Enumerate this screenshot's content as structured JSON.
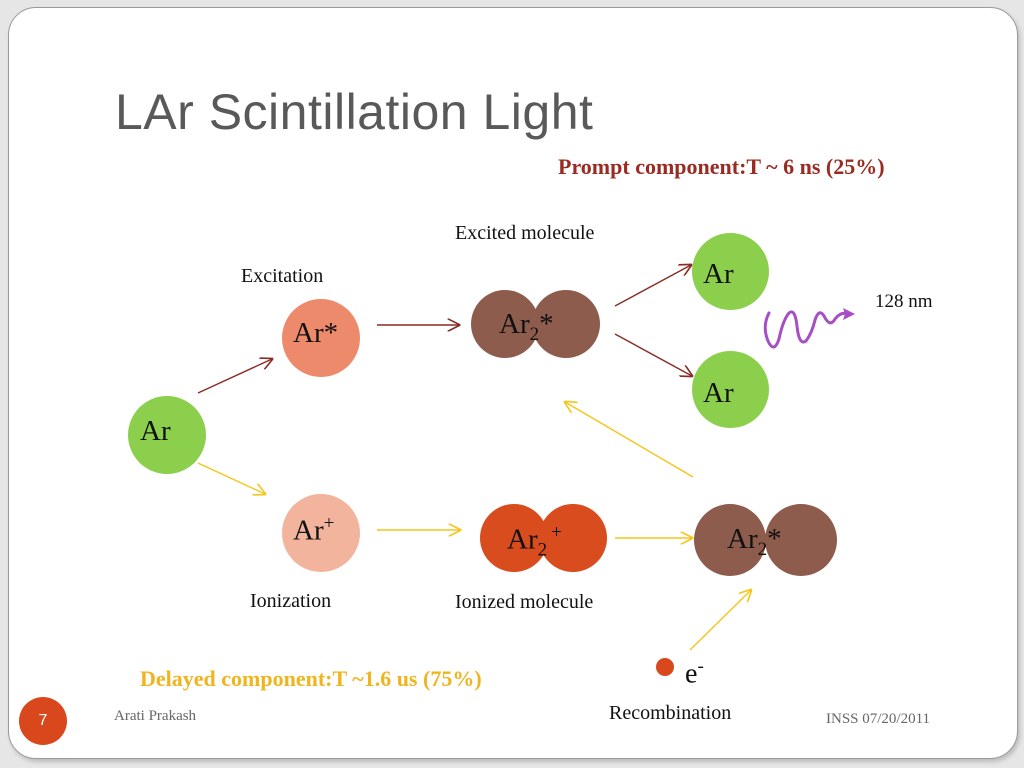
{
  "slide": {
    "title": "LAr Scintillation Light",
    "prompt_component": "Prompt component:T ~ 6 ns (25%)",
    "delayed_component": "Delayed component:T ~1.6 us (75%)"
  },
  "labels": {
    "excited_molecule": "Excited molecule",
    "excitation": "Excitation",
    "ionization": "Ionization",
    "ionized_molecule": "Ionized molecule",
    "recombination": "Recombination",
    "wavelength": "128 nm"
  },
  "atoms": {
    "ar_ground": "Ar",
    "ar_excited": "Ar*",
    "ar_ion_base": "Ar",
    "ar_ion_sup": "+",
    "ar2_base": "Ar",
    "ar2_sub": "2",
    "ar2_star": "*",
    "ar2_ion_sup": "+",
    "ar_out_top": "Ar",
    "ar_out_bottom": "Ar",
    "electron_base": "e",
    "electron_sup": "-"
  },
  "footer": {
    "slide_number": "7",
    "author": "Arati Prakash",
    "event": "INSS 07/20/2011"
  },
  "colors": {
    "ground_atom": "#8ccf4d",
    "excited_atom": "#ee8a6c",
    "ion_atom": "#f3b49d",
    "excited_molecule": "#8d5c4c",
    "ionized_molecule": "#d84c1e",
    "electron": "#d9481c",
    "photon_wave": "#a64fc4",
    "excitation_arrow": "#8b2a22",
    "ionization_arrow": "#f5c518",
    "prompt_text": "#9b2b22",
    "delayed_text": "#f0b51e"
  }
}
